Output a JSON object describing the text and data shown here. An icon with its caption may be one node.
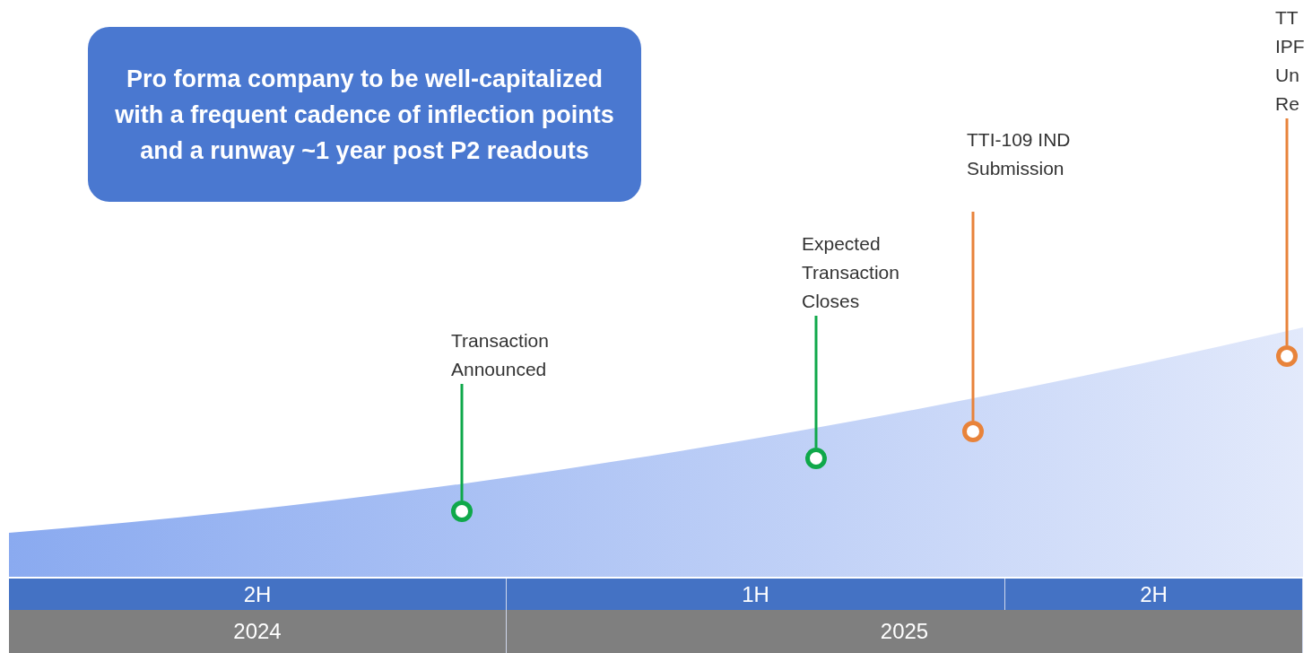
{
  "diagram": {
    "nodes": [
      {
        "text": [
          "Pro forma company to be well-capitalized with a frequent cadence of inflection points and a runway ~1 year post P2 readouts"
        ]
      },
      {
        "text": [
          "Transaction Announced"
        ]
      },
      {
        "text": [],
        "shape": "circle"
      },
      {
        "text": [
          "Expected Transaction Closes"
        ]
      },
      {
        "text": [],
        "shape": "circle"
      },
      {
        "text": [
          "TTI-109 IND Submission"
        ]
      },
      {
        "text": [],
        "shape": "circle"
      },
      {
        "text": [
          "TT IPF Un Re"
        ]
      },
      {
        "text": [],
        "shape": "circle"
      },
      {
        "text": [
          "2H"
        ]
      },
      {
        "text": [
          "1H"
        ]
      },
      {
        "text": [
          "2H"
        ]
      },
      {
        "text": [
          "2024"
        ]
      },
      {
        "text": [
          "2025"
        ]
      }
    ],
    "edges": [
      {
        "from": 1,
        "to": 2,
        "arrow": "none",
        "color": "#0fa84a"
      },
      {
        "from": 3,
        "to": 4,
        "arrow": "none",
        "color": "#0fa84a"
      },
      {
        "from": 5,
        "to": 6,
        "arrow": "none",
        "color": "#e8833a"
      },
      {
        "from": 7,
        "to": 8,
        "arrow": "none",
        "color": "#e8833a"
      }
    ]
  }
}
